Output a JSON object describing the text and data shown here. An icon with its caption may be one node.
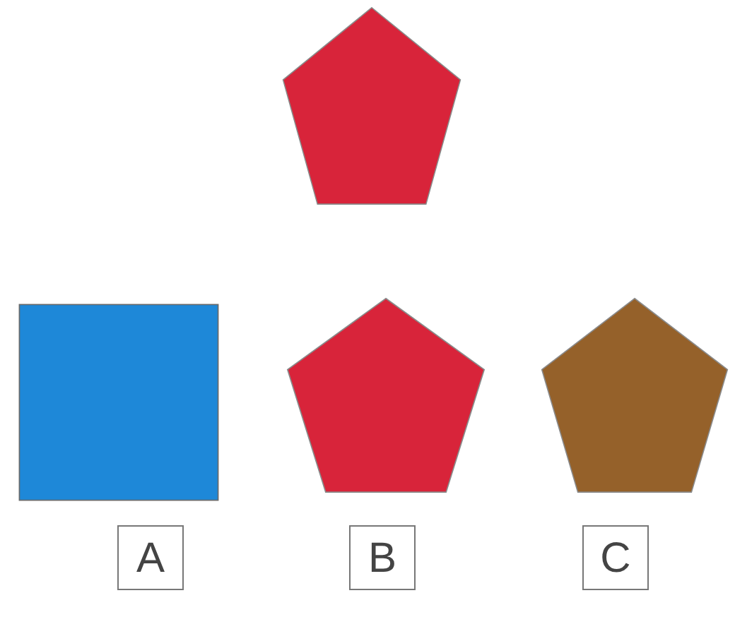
{
  "diagram": {
    "nodes": [
      {
        "text": [],
        "shape": "pentagon"
      },
      {
        "text": [],
        "shape": "box"
      },
      {
        "text": [],
        "shape": "pentagon"
      },
      {
        "text": [],
        "shape": "pentagon"
      },
      {
        "text": [
          "A"
        ]
      },
      {
        "text": [
          "B"
        ]
      },
      {
        "text": [
          "C"
        ]
      }
    ]
  }
}
